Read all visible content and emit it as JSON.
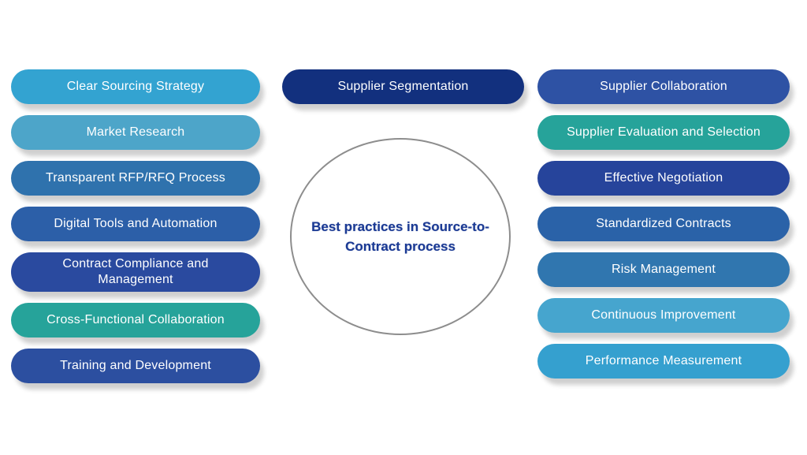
{
  "background_color": "#ffffff",
  "center": {
    "title": "Best practices in Source-to-Contract process",
    "text_color": "#1b3a94",
    "circle_border_color": "#8d8d8d"
  },
  "top_pill": {
    "label": "Supplier Segmentation",
    "color": "#12307e"
  },
  "left_column": [
    {
      "label": "Clear Sourcing Strategy",
      "color": "#33a3d1"
    },
    {
      "label": "Market Research",
      "color": "#4da5c9"
    },
    {
      "label": "Transparent RFP/RFQ Process",
      "color": "#2f72ad"
    },
    {
      "label": "Digital Tools and Automation",
      "color": "#2c5fa8"
    },
    {
      "label": "Contract Compliance and Management",
      "color": "#2a4a9f"
    },
    {
      "label": "Cross-Functional Collaboration",
      "color": "#26a39a"
    },
    {
      "label": "Training and Development",
      "color": "#2c4fa0"
    }
  ],
  "right_column": [
    {
      "label": "Supplier Collaboration",
      "color": "#2e52a4"
    },
    {
      "label": "Supplier Evaluation and Selection",
      "color": "#26a39a"
    },
    {
      "label": "Effective Negotiation",
      "color": "#26449b"
    },
    {
      "label": "Standardized Contracts",
      "color": "#2a62a8"
    },
    {
      "label": "Risk Management",
      "color": "#3076af"
    },
    {
      "label": "Continuous Improvement",
      "color": "#46a5ce"
    },
    {
      "label": "Performance Measurement",
      "color": "#35a0cf"
    }
  ]
}
